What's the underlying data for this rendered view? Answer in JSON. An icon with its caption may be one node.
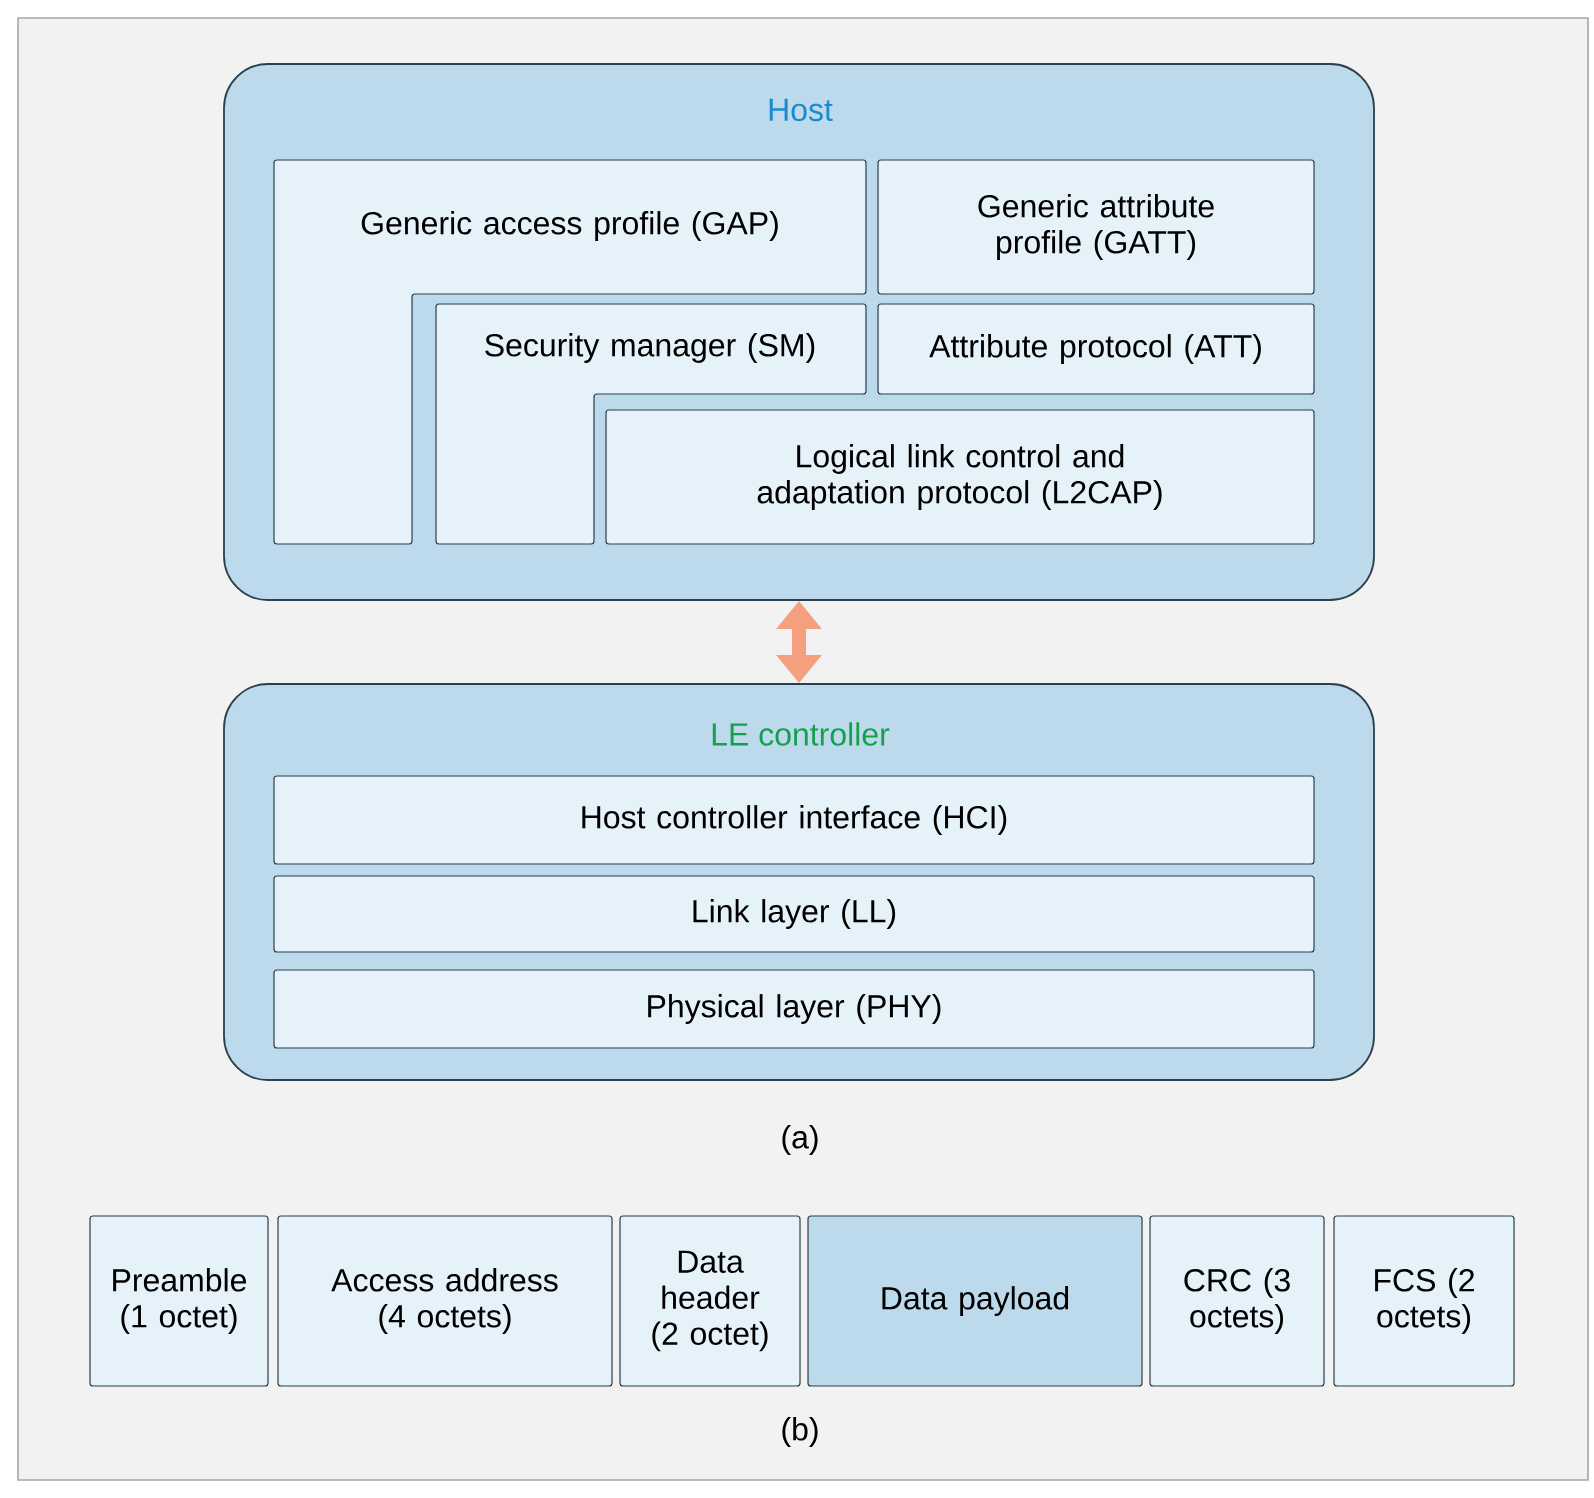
{
  "diagram": {
    "nodes": [
      {
        "text": [
          "Host"
        ]
      },
      {
        "text": [
          "Generic access profile (GAP)"
        ],
        "in": 0
      },
      {
        "text": [
          "Generic attribute profile (GATT)"
        ],
        "in": 0
      },
      {
        "text": [
          "Security manager (SM)"
        ],
        "in": 0
      },
      {
        "text": [
          "Attribute protocol (ATT)"
        ],
        "in": 0
      },
      {
        "text": [
          "Logical link control and adaptation protocol (L2CAP)"
        ],
        "in": 0
      },
      {
        "text": [
          "LE controller"
        ]
      },
      {
        "text": [
          "Host controller interface (HCI)"
        ],
        "in": 6
      },
      {
        "text": [
          "Link layer (LL)"
        ],
        "in": 6
      },
      {
        "text": [
          "Physical layer (PHY)"
        ],
        "in": 6
      },
      {
        "text": [
          "Preamble (1 octet)"
        ]
      },
      {
        "text": [
          "Access address (4 octets)"
        ]
      },
      {
        "text": [
          "Data header (2 octet)"
        ]
      },
      {
        "text": [
          "Data payload"
        ]
      },
      {
        "text": [
          "CRC (3 octets)"
        ]
      },
      {
        "text": [
          "FCS (2 octets)"
        ]
      }
    ],
    "edges": [
      {
        "from": 0,
        "to": 6,
        "arrow": "both",
        "color": "#f4a07f"
      }
    ],
    "labels": [
      "(a)",
      "(b)"
    ]
  }
}
